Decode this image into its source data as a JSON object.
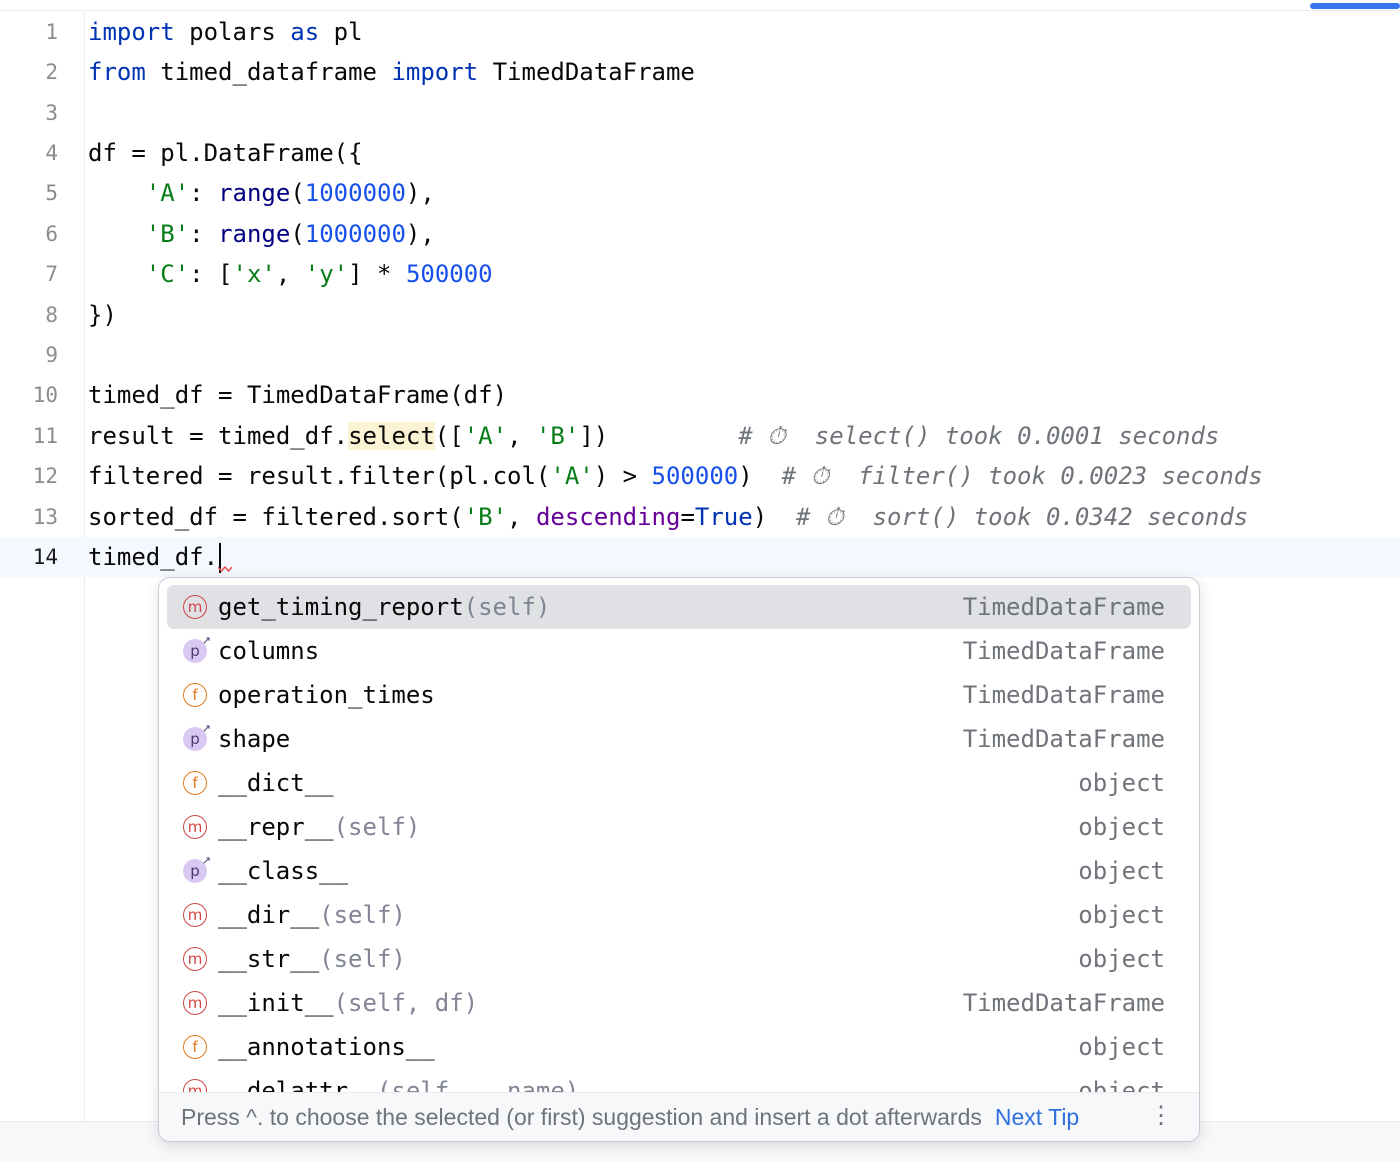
{
  "editor": {
    "line_numbers": [
      "1",
      "2",
      "3",
      "4",
      "5",
      "6",
      "7",
      "8",
      "9",
      "10",
      "11",
      "12",
      "13",
      "14"
    ],
    "line1": {
      "kw1": "import",
      "t1": " polars ",
      "kw2": "as",
      "t2": " pl"
    },
    "line2": {
      "kw1": "from",
      "t1": " timed_dataframe ",
      "kw2": "import",
      "t2": " TimedDataFrame"
    },
    "line4": {
      "t1": "df = pl.DataFrame({"
    },
    "line5": {
      "indent": "    ",
      "s1": "'A'",
      "t1": ": ",
      "b1": "range",
      "t2": "(",
      "n1": "1000000",
      "t3": "),"
    },
    "line6": {
      "indent": "    ",
      "s1": "'B'",
      "t1": ": ",
      "b1": "range",
      "t2": "(",
      "n1": "1000000",
      "t3": "),"
    },
    "line7": {
      "indent": "    ",
      "s1": "'C'",
      "t1": ": [",
      "s2": "'x'",
      "t2": ", ",
      "s3": "'y'",
      "t3": "] * ",
      "n1": "500000"
    },
    "line8": {
      "t1": "})"
    },
    "line10": {
      "t1": "timed_df = TimedDataFrame(df)"
    },
    "line11": {
      "t1": "result = timed_df.",
      "hl": "select",
      "t2": "([",
      "s1": "'A'",
      "t3": ", ",
      "s2": "'B'",
      "t4": "])",
      "hint": "         # ⏱  select() took 0.0001 seconds"
    },
    "line12": {
      "t1": "filtered = result.filter(pl.col(",
      "s1": "'A'",
      "t2": ") > ",
      "n1": "500000",
      "t3": ")",
      "hint": "  # ⏱  filter() took 0.0023 seconds"
    },
    "line13": {
      "t1": "sorted_df = filtered.sort(",
      "s1": "'B'",
      "t2": ", ",
      "p1": "descending",
      "t3": "=",
      "k1": "True",
      "t4": ")",
      "hint": "  # ⏱  sort() took 0.0342 seconds"
    },
    "line14": {
      "t1": "timed_df."
    }
  },
  "completion": {
    "items": [
      {
        "kind": "m",
        "name": "get_timing_report",
        "tail": "(self)",
        "type": "TimedDataFrame"
      },
      {
        "kind": "p",
        "name": "columns",
        "tail": "",
        "type": "TimedDataFrame"
      },
      {
        "kind": "f",
        "name": "operation_times",
        "tail": "",
        "type": "TimedDataFrame"
      },
      {
        "kind": "p",
        "name": "shape",
        "tail": "",
        "type": "TimedDataFrame"
      },
      {
        "kind": "f",
        "name": "__dict__",
        "tail": "",
        "type": "object"
      },
      {
        "kind": "m",
        "name": "__repr__",
        "tail": "(self)",
        "type": "object"
      },
      {
        "kind": "p",
        "name": "__class__",
        "tail": "",
        "type": "object"
      },
      {
        "kind": "m",
        "name": "__dir__",
        "tail": "(self)",
        "type": "object"
      },
      {
        "kind": "m",
        "name": "__str__",
        "tail": "(self)",
        "type": "object"
      },
      {
        "kind": "m",
        "name": "__init__",
        "tail": "(self, df)",
        "type": "TimedDataFrame"
      },
      {
        "kind": "f",
        "name": "__annotations__",
        "tail": "",
        "type": "object"
      },
      {
        "kind": "m",
        "name": "__delattr__",
        "tail": "(self, __name)",
        "type": "object"
      }
    ],
    "footer_text": "Press ^. to choose the selected (or first) suggestion and insert a dot afterwards",
    "next_tip": "Next Tip",
    "menu_glyph": "⋮"
  }
}
